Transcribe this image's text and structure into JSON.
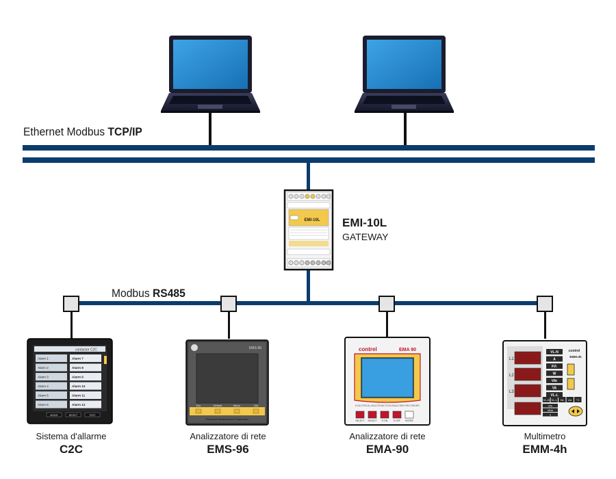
{
  "ethernet": {
    "prefix": "Ethernet Modbus",
    "protocol": "TCP/IP"
  },
  "rs485": {
    "prefix": "Modbus",
    "protocol": "RS485"
  },
  "gateway": {
    "name": "EMI-10L",
    "sub": "GATEWAY",
    "brand_label": "EMI-10L"
  },
  "devices": [
    {
      "sub": "Sistema d'allarme",
      "name": "C2C",
      "screen_title": "contactor C2C",
      "alarms": [
        "Alarm 1",
        "Alarm 7",
        "Alarm 2",
        "Alarm 8",
        "Alarm 3",
        "Alarm 9",
        "Alarm 4",
        "Alarm 10",
        "Alarm 5",
        "Alarm 11",
        "Alarm 6",
        "Alarm 12"
      ],
      "buttons": [
        "MODE",
        "RESET",
        "TEST"
      ]
    },
    {
      "sub": "Analizzatore di rete",
      "name": "EMS-96",
      "model_label": "EMS-96",
      "key_labels": [
        "Esc",
        "Default",
        "Menu",
        "Set"
      ],
      "footer": "Electrical Measurement Supervisor"
    },
    {
      "sub": "Analizzatore di rete",
      "name": "EMA-90",
      "brand": "contrel",
      "model_label": "EMA 90",
      "tagline": "ELECTRICAL MULTIFUNCTION ANALYSER RECORDER",
      "key_labels": [
        "SELECT",
        "SELECT",
        "P-ON",
        "P-OFF",
        "ENTER"
      ]
    },
    {
      "sub": "Multimetro",
      "name": "EMM-4h",
      "brand": "contrel",
      "model_label": "EMM-4h",
      "row_labels": [
        "L1",
        "L2",
        "L3"
      ],
      "units": [
        "VL-N",
        "A",
        "P.F.",
        "W",
        "VAr",
        "VA",
        "VL-L"
      ],
      "bottom_units": [
        "VL-N",
        "VL-L",
        "Hz",
        "Arr",
        "°C"
      ],
      "energy_units": [
        "Wh",
        "VArh",
        "h"
      ]
    }
  ],
  "colors": {
    "bus": "#0b3c6e",
    "laptop_screen": "#1e86c8",
    "node_fill": "#e5e5e5",
    "gold": "#f2c94c"
  }
}
